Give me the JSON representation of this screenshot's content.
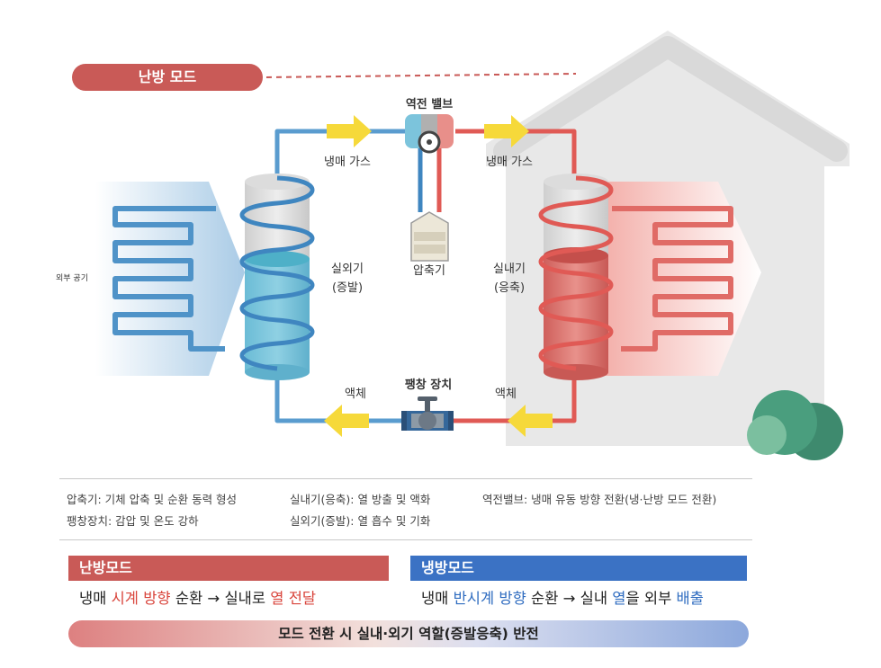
{
  "mode_pill": "난방 모드",
  "labels": {
    "reversing_valve": "역전 밸브",
    "gas_left": "냉매 가스",
    "gas_right": "냉매 가스",
    "compressor": "압축기",
    "outdoor_unit_line1": "실외기",
    "outdoor_unit_line2": "(증발)",
    "indoor_unit_line1": "실내기",
    "indoor_unit_line2": "(응축)",
    "outside_air": "외부 공기",
    "expansion_device": "팽창 장치",
    "liquid_left": "액체",
    "liquid_right": "액체"
  },
  "legend": {
    "col1": [
      "압축기: 기체 압축 및 순환 동력 형성",
      "팽창장치: 감압 및 온도 강하"
    ],
    "col2": [
      "실내기(응축): 열 방출 및 액화",
      "실외기(증발): 열 흡수 및 기화"
    ],
    "col3": [
      "역전밸브: 냉매 유동 방향 전환(냉·난방 모드 전환)"
    ]
  },
  "heating": {
    "title": "난방모드",
    "desc_1": "냉매 ",
    "desc_2": "시계 방향",
    "desc_3": " 순환 → 실내로 ",
    "desc_4": "열 전달"
  },
  "cooling": {
    "title": "냉방모드",
    "desc_1": "냉매 ",
    "desc_2": "반시계 방향",
    "desc_3": " 순환 → 실내 ",
    "desc_4": "열",
    "desc_5": "을 외부 ",
    "desc_6": "배출"
  },
  "bottom_bar": "모드 전환 시 실내·외기 역할(증발응축) 반전",
  "colors": {
    "heating_red": "#c95a57",
    "cooling_blue": "#3b72c4",
    "pipe_blue": "#5a9ccf",
    "pipe_red": "#e05a55",
    "arrow_yellow": "#f6d93a",
    "house_gray": "#e6e6e6"
  }
}
